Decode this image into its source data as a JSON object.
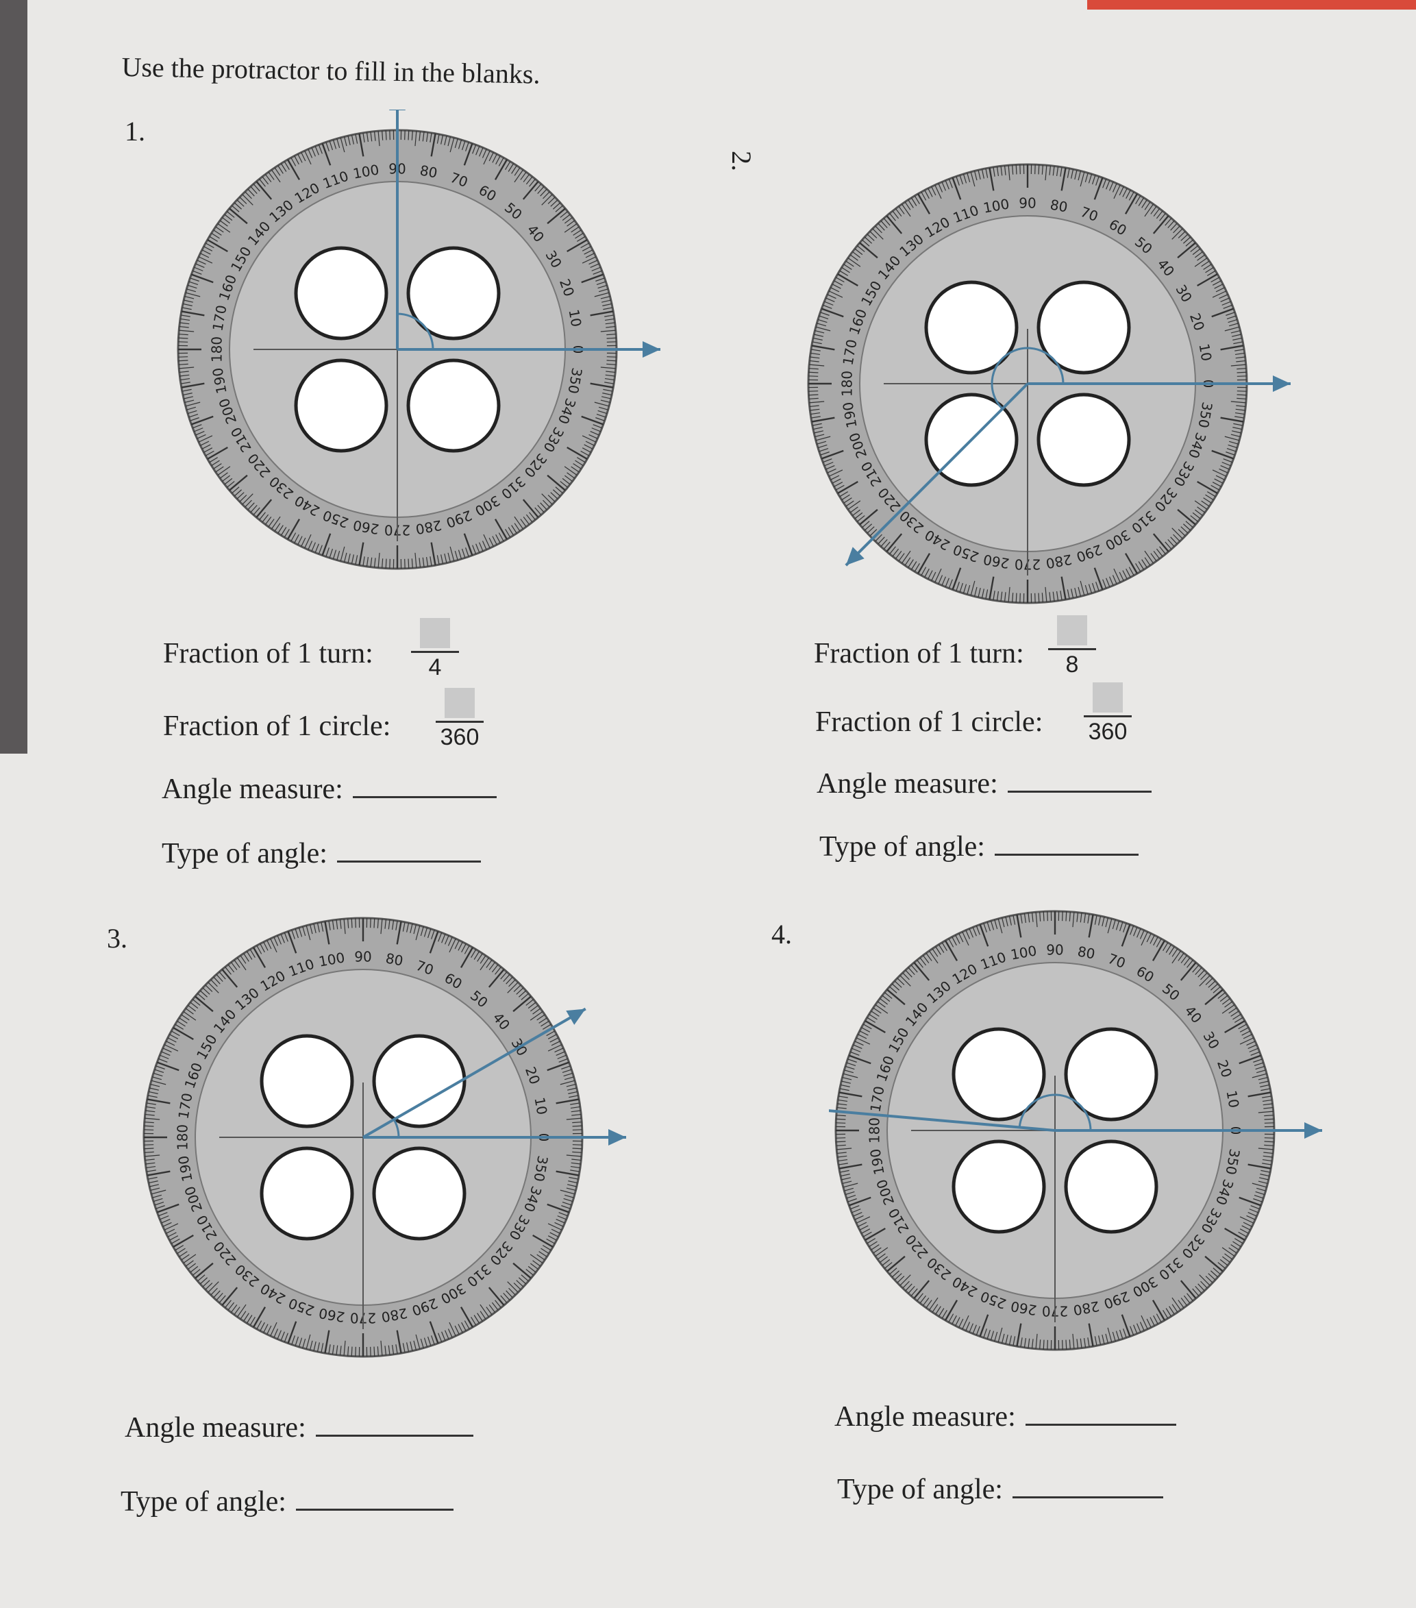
{
  "instruction": "Use the protractor to fill in the blanks.",
  "colors": {
    "paper": "#e9e8e6",
    "protractor_gray": "#a9a9a9",
    "protractor_light": "#c2c2c2",
    "ray_blue": "#4a7ea0"
  },
  "scale_labels": [
    "0",
    "10",
    "20",
    "30",
    "40",
    "50",
    "60",
    "70",
    "80",
    "90",
    "100",
    "110",
    "120",
    "130",
    "140",
    "150",
    "160",
    "170",
    "180",
    "190",
    "200",
    "210",
    "220",
    "230",
    "240",
    "250",
    "260",
    "270",
    "280",
    "290",
    "300",
    "310",
    "320",
    "330",
    "340",
    "350"
  ],
  "problems": [
    {
      "number": "1.",
      "ray_angles_deg": [
        0,
        90
      ],
      "arc_deg": [
        0,
        90
      ],
      "fraction_turn_label": "Fraction of 1 turn:",
      "fraction_turn_denominator": "4",
      "fraction_circle_label": "Fraction of 1 circle:",
      "fraction_circle_denominator": "360",
      "angle_measure_label": "Angle measure:",
      "type_of_angle_label": "Type of angle:"
    },
    {
      "number": "2.",
      "ray_angles_deg": [
        0,
        225
      ],
      "arc_deg": [
        0,
        225
      ],
      "fraction_turn_label": "Fraction of 1 turn:",
      "fraction_turn_denominator": "8",
      "fraction_circle_label": "Fraction of 1 circle:",
      "fraction_circle_denominator": "360",
      "angle_measure_label": "Angle measure:",
      "type_of_angle_label": "Type of angle:"
    },
    {
      "number": "3.",
      "ray_angles_deg": [
        0,
        30
      ],
      "arc_deg": [
        0,
        30
      ],
      "angle_measure_label": "Angle measure:",
      "type_of_angle_label": "Type of angle:"
    },
    {
      "number": "4.",
      "ray_angles_deg": [
        0,
        175
      ],
      "arc_deg": [
        0,
        175
      ],
      "angle_measure_label": "Angle measure:",
      "type_of_angle_label": "Type of angle:"
    }
  ]
}
